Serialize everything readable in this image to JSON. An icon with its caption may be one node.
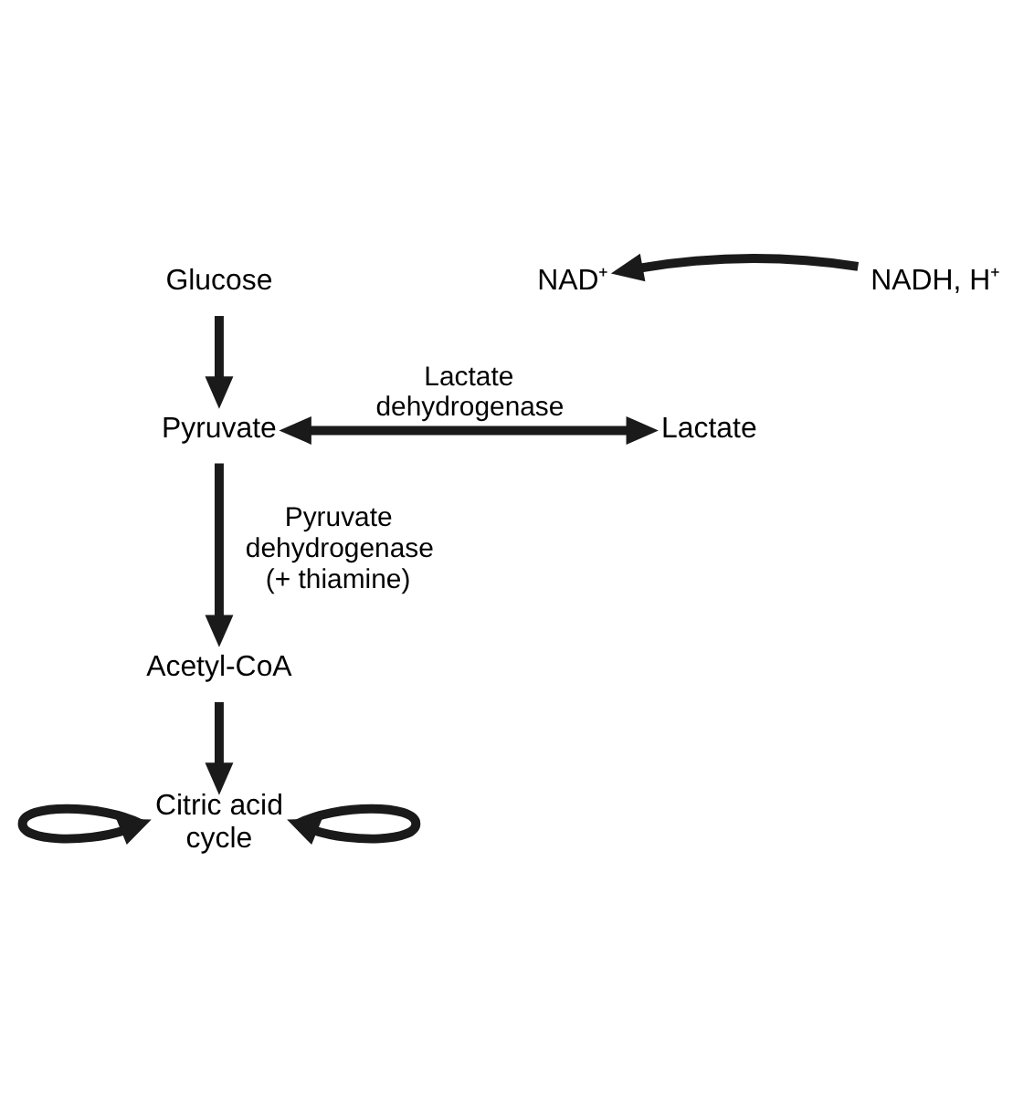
{
  "diagram": {
    "nodes": [
      {
        "text": [
          "Glucose"
        ]
      },
      {
        "text": [
          "NAD⁺"
        ]
      },
      {
        "text": [
          "NADH, H⁺"
        ]
      },
      {
        "text": [
          "Pyruvate"
        ]
      },
      {
        "text": [
          "Lactate"
        ]
      },
      {
        "text": [
          "Acetyl-CoA"
        ]
      },
      {
        "text": [
          "Citric acid cycle"
        ]
      }
    ],
    "edges": [
      {
        "from": 0,
        "to": 3,
        "arrow": "to"
      },
      {
        "from": 2,
        "to": 1,
        "arrow": "to"
      },
      {
        "from": 3,
        "to": 4,
        "arrow": "both",
        "label": "Lactate dehydrogenase"
      },
      {
        "from": 3,
        "to": 5,
        "arrow": "to",
        "label": "Pyruvate dehydrogenase (+ thiamine)"
      },
      {
        "from": 5,
        "to": 6,
        "arrow": "to"
      },
      {
        "from": 6,
        "to": 6,
        "arrow": "to"
      },
      {
        "from": 6,
        "to": 6,
        "arrow": "to"
      }
    ]
  }
}
